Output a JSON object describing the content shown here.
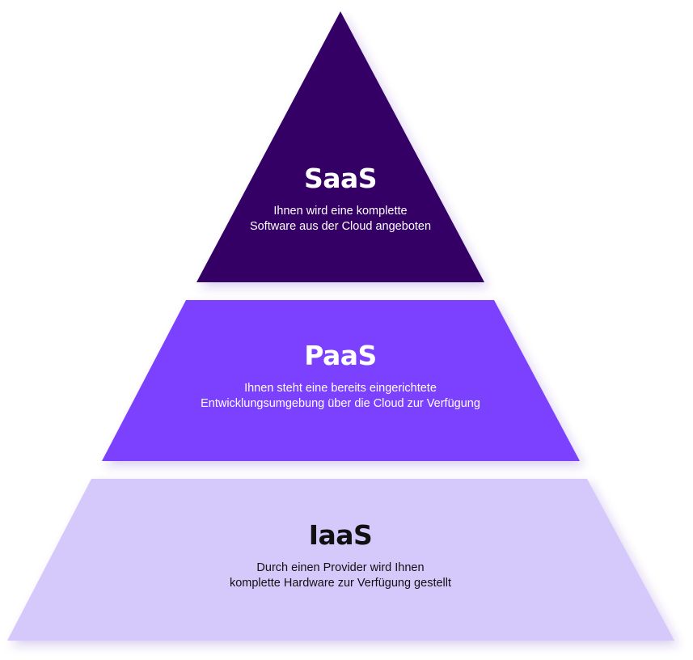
{
  "tiers": [
    {
      "title": "SaaS",
      "description_line1": "Ihnen wird eine komplette",
      "description_line2": "Software aus der Cloud angeboten",
      "fill": "#350066",
      "text_color": "#ffffff"
    },
    {
      "title": "PaaS",
      "description_line1": "Ihnen steht eine bereits eingerichtete",
      "description_line2": "Entwicklungsumgebung über die Cloud zur Verfügung",
      "fill": "#7B3FFF",
      "text_color": "#ffffff"
    },
    {
      "title": "IaaS",
      "description_line1": "Durch einen Provider wird Ihnen",
      "description_line2": "komplette Hardware zur Verfügung gestellt",
      "fill": "#D5C9FB",
      "text_color": "#111111"
    }
  ]
}
